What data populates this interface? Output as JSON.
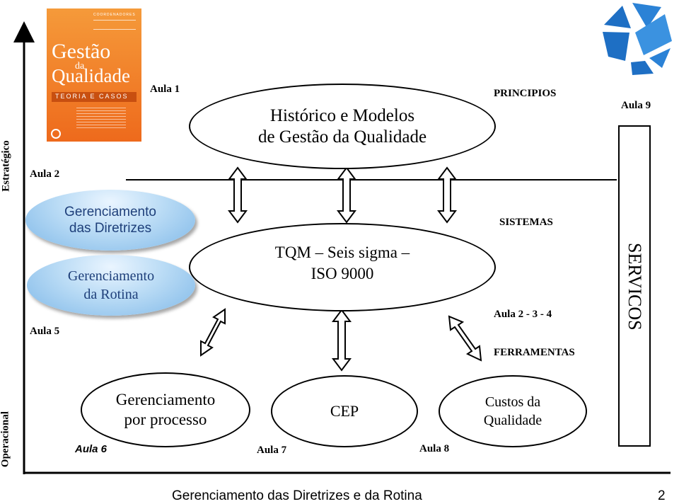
{
  "book": {
    "header_text": "COORDENADORES",
    "title_line1": "Gestão",
    "title_line2": "da",
    "title_line3": "Qualidade",
    "subtitle": "TEORIA E CASOS"
  },
  "labels": {
    "aula1": "Aula 1",
    "aula2": "Aula 2",
    "aula5": "Aula 5",
    "aula6": "Aula 6",
    "aula7": "Aula 7",
    "aula8": "Aula 8",
    "aula9": "Aula 9",
    "aula234": "Aula 2 - 3 - 4",
    "principios": "PRINCIPIOS",
    "sistemas": "SISTEMAS",
    "ferramentas": "FERRAMENTAS",
    "servicos": "SERVICOS",
    "estrategico": "Estratégico",
    "operacional": "Operacional"
  },
  "ellipses": {
    "historico_line1": "Histórico e Modelos",
    "historico_line2": "de Gestão da Qualidade",
    "tqm_line1": "TQM – Seis sigma –",
    "tqm_line2": "ISO 9000",
    "processo_line1": "Gerenciamento",
    "processo_line2": "por processo",
    "cep": "CEP",
    "custos_line1": "Custos da",
    "custos_line2": "Qualidade"
  },
  "blue_ellipses": {
    "diretrizes_line1": "Gerenciamento",
    "diretrizes_line2": "das Diretrizes",
    "rotina_line1": "Gerenciamento",
    "rotina_line2": "da Rotina"
  },
  "footer": {
    "title": "Gerenciamento das Diretrizes e da Rotina",
    "page": "2"
  },
  "colors": {
    "book_orange": "#ee6a1c",
    "blue_ellipse": "#b9dbf5",
    "blue_text": "#1e3f7a",
    "logo_blue": "#1e6fc4"
  }
}
